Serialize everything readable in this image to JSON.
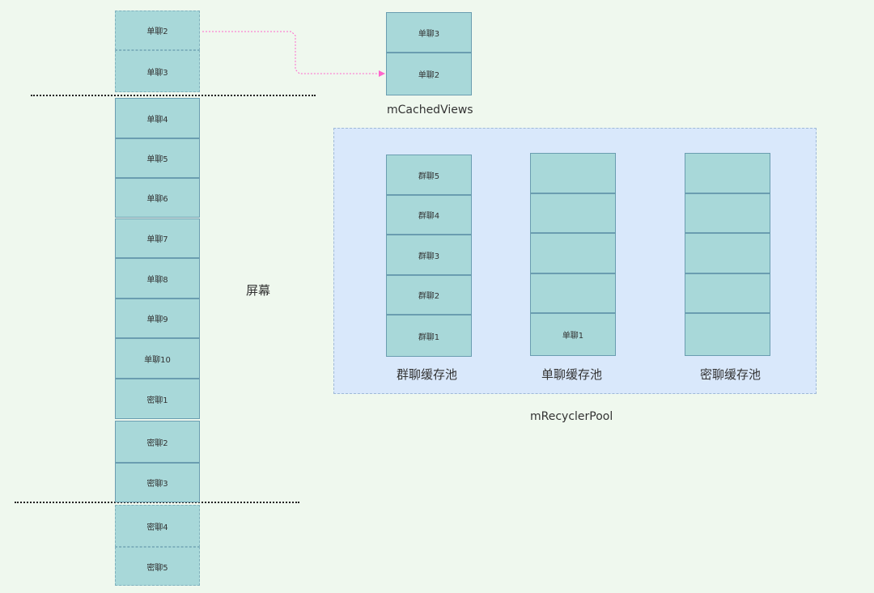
{
  "offscreen_top": [
    "单聊2",
    "单聊3"
  ],
  "onscreen": [
    "单聊4",
    "单聊5",
    "单聊6",
    "单聊7",
    "单聊8",
    "单聊9",
    "单聊10",
    "密聊1",
    "密聊2",
    "密聊3"
  ],
  "offscreen_bottom": [
    "密聊4",
    "密聊5"
  ],
  "screen_label": "屏幕",
  "cached_views": {
    "items": [
      "单聊3",
      "单聊2"
    ],
    "label": "mCachedViews"
  },
  "recycler_pool": {
    "label": "mRecyclerPool",
    "pools": [
      {
        "label": "群聊缓存池",
        "items": [
          "群聊5",
          "群聊4",
          "群聊3",
          "群聊2",
          "群聊1"
        ]
      },
      {
        "label": "单聊缓存池",
        "items": [
          "",
          "",
          "",
          "",
          "单聊1"
        ]
      },
      {
        "label": "密聊缓存池",
        "items": [
          "",
          "",
          "",
          "",
          ""
        ]
      }
    ]
  },
  "colors": {
    "background": "#eff8ee",
    "cell_fill": "#a8d8d9",
    "pool_fill": "#d9e8fb",
    "arrow": "#ff66cc"
  }
}
